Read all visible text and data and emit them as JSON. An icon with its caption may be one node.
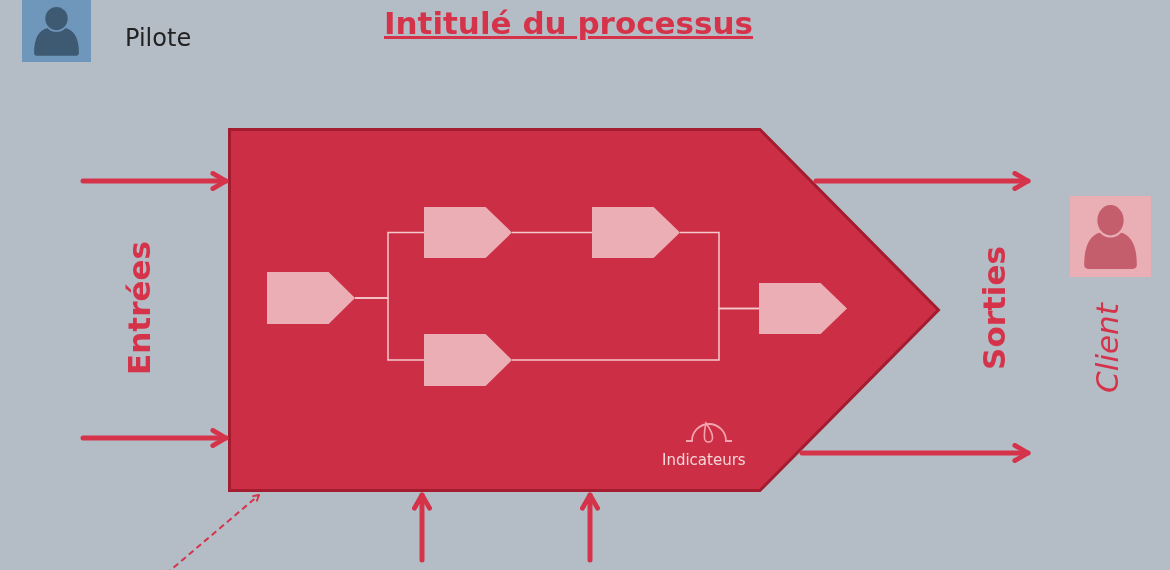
{
  "diagram": {
    "title": "Intitulé du processus",
    "nodes": [
      {
        "text": [
          "Indicateurs"
        ]
      },
      {
        "text": [],
        "shape": "pentagon",
        "in": 0
      },
      {
        "text": [],
        "shape": "pentagon",
        "in": 0
      },
      {
        "text": [],
        "shape": "pentagon",
        "in": 0
      },
      {
        "text": [],
        "shape": "pentagon",
        "in": 0
      },
      {
        "text": [],
        "shape": "pentagon",
        "in": 0
      }
    ],
    "edges": [
      {
        "from": null,
        "to": 0,
        "arrow": "to",
        "style": "thick"
      },
      {
        "from": null,
        "to": 0,
        "arrow": "to",
        "style": "thick"
      },
      {
        "from": 1,
        "to": 2,
        "arrow": "none",
        "color": "#f4c9cd"
      },
      {
        "from": 1,
        "to": 3,
        "arrow": "none",
        "color": "#f4c9cd"
      },
      {
        "from": 2,
        "to": 4,
        "arrow": "none",
        "color": "#f4c9cd"
      },
      {
        "from": 4,
        "to": 5,
        "arrow": "none",
        "color": "#f4c9cd"
      },
      {
        "from": 3,
        "to": 5,
        "arrow": "none",
        "color": "#f4c9cd"
      },
      {
        "from": 0,
        "to": null,
        "arrow": "to",
        "style": "thick"
      },
      {
        "from": 0,
        "to": null,
        "arrow": "to",
        "style": "thick"
      },
      {
        "from": null,
        "to": 0,
        "arrow": "to",
        "style": "thick"
      },
      {
        "from": null,
        "to": 0,
        "arrow": "to",
        "style": "thick"
      },
      {
        "from": null,
        "to": 0,
        "arrow": "to",
        "style": "dashed"
      }
    ],
    "labels": [
      "Pilote",
      "Entrées",
      "Sorties",
      "Client"
    ]
  }
}
